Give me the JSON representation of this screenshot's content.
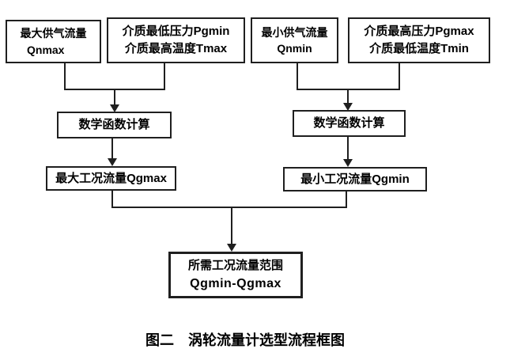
{
  "figure": {
    "caption": "图二　涡轮流量计选型流程框图"
  },
  "flowchart": {
    "nodes": {
      "qnmax": {
        "line1": "最大供气流量",
        "line2": "Qnmax"
      },
      "pgmin_tmax": {
        "line1": "介质最低压力Pgmin",
        "line2": "介质最高温度Tmax"
      },
      "qnmin": {
        "line1": "最小供气流量",
        "line2": "Qnmin"
      },
      "pgmax_tmin": {
        "line1": "介质最高压力Pgmax",
        "line2": "介质最低温度Tmin"
      },
      "math_left": {
        "label": "数学函数计算"
      },
      "math_right": {
        "label": "数学函数计算"
      },
      "qgmax": {
        "label": "最大工况流量Qgmax"
      },
      "qgmin": {
        "label": "最小工况流量Qgmin"
      },
      "result": {
        "line1": "所需工况流量范围",
        "line2": "Qgmin-Qgmax"
      }
    },
    "edges": [
      "qnmax+pgmin_tmax -> math_left",
      "qnmin+pgmax_tmin -> math_right",
      "math_left -> qgmax",
      "math_right -> qgmin",
      "qgmax+qgmin -> result"
    ],
    "colors": {
      "background": "#ffffff",
      "line": "#1f1f1f",
      "box_border": "#1f1f1f",
      "text": "#000000"
    }
  }
}
